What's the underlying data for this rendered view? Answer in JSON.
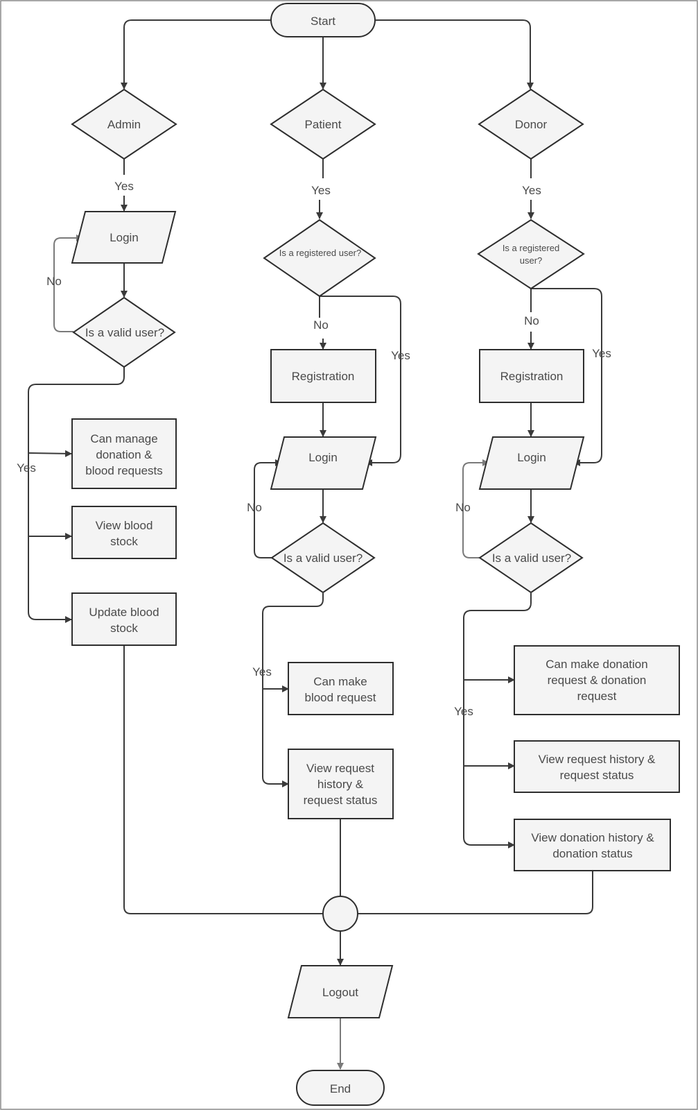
{
  "nodes": {
    "start": "Start",
    "admin": "Admin",
    "patient": "Patient",
    "donor": "Donor",
    "admin_login": "Login",
    "admin_valid": "Is a valid user?",
    "admin_manage": [
      "Can manage",
      "donation &",
      "blood requests"
    ],
    "admin_view_stock": [
      "View blood",
      "stock"
    ],
    "admin_update_stock": [
      "Update blood",
      "stock"
    ],
    "patient_registered": "Is a registered user?",
    "patient_registration": "Registration",
    "patient_login": "Login",
    "patient_valid": "Is a valid user?",
    "patient_make_request": [
      "Can make",
      "blood request"
    ],
    "patient_view_history": [
      "View request",
      "history &",
      "request status"
    ],
    "donor_registered": [
      "Is a registered",
      "user?"
    ],
    "donor_registration": "Registration",
    "donor_login": "Login",
    "donor_valid": "Is a valid user?",
    "donor_make_request": [
      "Can make donation",
      "request & donation",
      "request"
    ],
    "donor_view_request_history": [
      "View request history &",
      "request status"
    ],
    "donor_view_donation_history": [
      "View donation history &",
      "donation status"
    ],
    "logout": "Logout",
    "end": "End"
  },
  "edge_labels": {
    "yes": "Yes",
    "no": "No"
  }
}
